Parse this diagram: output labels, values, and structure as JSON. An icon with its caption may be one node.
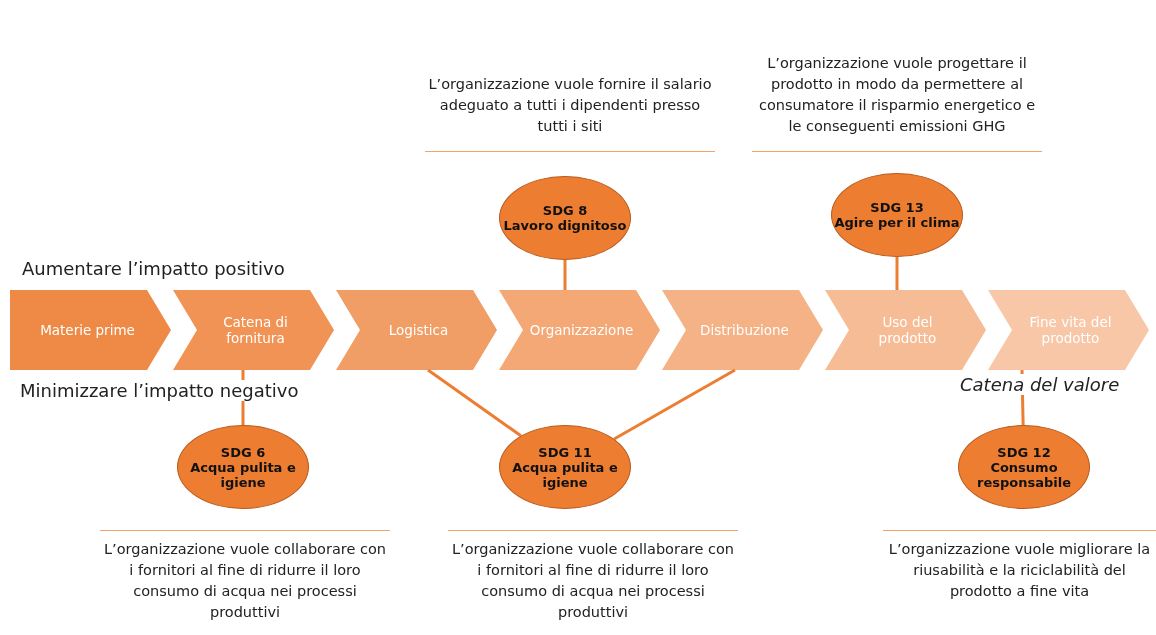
{
  "diagram": {
    "nodes": [
      {
        "text": [
          "Materie prime"
        ]
      },
      {
        "text": [
          "Catena di fornitura"
        ]
      },
      {
        "text": [
          "Logistica"
        ]
      },
      {
        "text": [
          "Organizzazione"
        ]
      },
      {
        "text": [
          "Distribuzione"
        ]
      },
      {
        "text": [
          "Uso del prodotto"
        ]
      },
      {
        "text": [
          "Fine vita del prodotto"
        ]
      },
      {
        "text": [
          "SDG 8",
          "Lavoro dignitoso"
        ],
        "beside": [
          "L’organizzazione vuole fornire il salario adeguato a tutti i dipendenti presso tutti i siti"
        ]
      },
      {
        "text": [
          "SDG 13",
          "Agire per il clima"
        ],
        "beside": [
          "L’organizzazione vuole progettare il prodotto in modo da permettere al consumatore il risparmio energetico e le conseguenti emissioni GHG"
        ]
      },
      {
        "text": [
          "SDG 6",
          "Acqua pulita e igiene"
        ],
        "beside": [
          "L’organizzazione vuole collaborare con i fornitori al fine di ridurre il loro consumo di acqua nei processi produttivi"
        ]
      },
      {
        "text": [
          "SDG 11",
          "Acqua pulita e igiene"
        ],
        "beside": [
          "L’organizzazione vuole collaborare con i fornitori al fine di ridurre il loro consumo di acqua nei processi produttivi"
        ]
      },
      {
        "text": [
          "SDG 12",
          "Consumo responsabile"
        ],
        "beside": [
          "L’organizzazione vuole migliorare la riusabilità e la riciclabilità del prodotto a fine vita"
        ]
      }
    ],
    "edges": [
      {
        "from": 7,
        "to": 3,
        "arrow": "none"
      },
      {
        "from": 8,
        "to": 5,
        "arrow": "none"
      },
      {
        "from": 9,
        "to": 1,
        "arrow": "none"
      },
      {
        "from": 10,
        "to": 2,
        "arrow": "none"
      },
      {
        "from": 10,
        "to": 4,
        "arrow": "none"
      },
      {
        "from": 11,
        "to": 6,
        "arrow": "none"
      }
    ],
    "labels": [
      "Aumentare l’impatto positivo",
      "Minimizzare l’impatto negativo",
      "Catena del valore"
    ]
  }
}
